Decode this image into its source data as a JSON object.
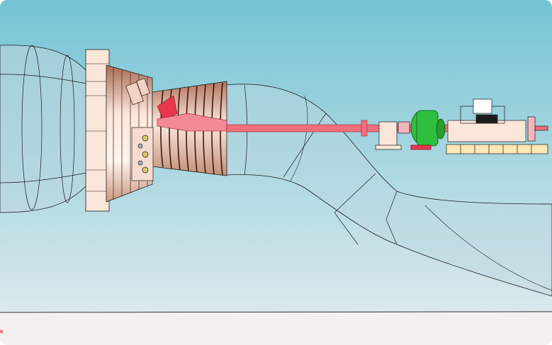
{
  "scene": {
    "components": [
      {
        "id": "inlet-duct",
        "icon": "transparent-bellmouth-duct"
      },
      {
        "id": "compressor-casing",
        "icon": "stacked-ring-casing"
      },
      {
        "id": "turbine-section",
        "icon": "ribbed-cone"
      },
      {
        "id": "combustor-cans",
        "icon": "small-cylinders"
      },
      {
        "id": "exhaust-diffuser",
        "icon": "bent-transparent-duct"
      },
      {
        "id": "drive-shaft",
        "icon": "red-shaft"
      },
      {
        "id": "coupling",
        "icon": "bearing-block"
      },
      {
        "id": "gearbox",
        "icon": "green-gear-housing"
      },
      {
        "id": "generator-skid",
        "icon": "equipment-skid"
      }
    ],
    "colors": {
      "sky_top": "#74c4d4",
      "sky_bottom": "#dbe9ec",
      "floor": "#f3f1ee",
      "casing_light": "#fbe6da",
      "casing_dark": "#a86b54",
      "shaft": "#ef6f7a",
      "accent_red": "#e8374c",
      "gearbox": "#2fbf3e",
      "skid_base": "#fde7b5",
      "duct_fill": "#bcd6df",
      "outline": "#1c1c1c"
    }
  }
}
